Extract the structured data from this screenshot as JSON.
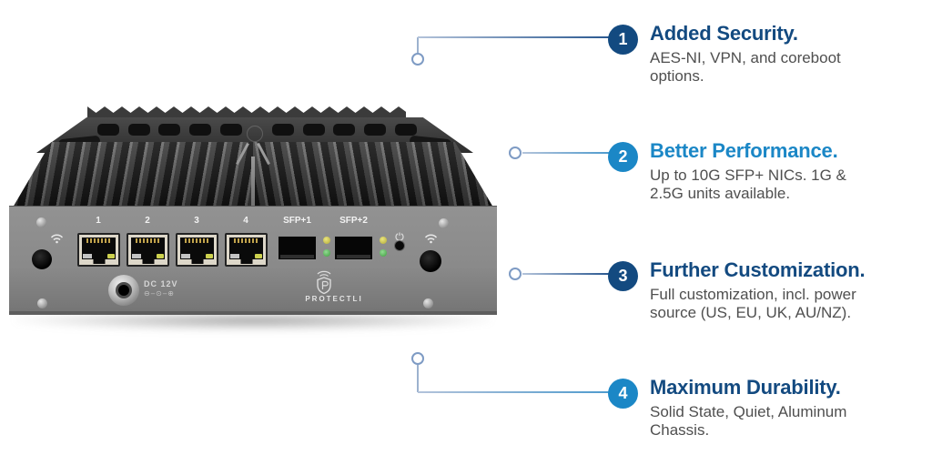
{
  "colors": {
    "navy": "#134a80",
    "blue": "#1b87c6",
    "body_text": "#4f4f4f",
    "connector_line": "#9db2cf",
    "chassis_gray": "#8a8a8a",
    "heatsink_dark": "#2e2e2e"
  },
  "device": {
    "brand": "PROTECTLI",
    "ethernet_port_labels": [
      "1",
      "2",
      "3",
      "4"
    ],
    "sfp_port_labels": [
      "SFP+1",
      "SFP+2"
    ],
    "dc_label": "DC 12V",
    "dc_polarity": "⊖–⊙–⊕"
  },
  "features": [
    {
      "number": "1",
      "title": "Added Security.",
      "description": "AES-NI, VPN, and coreboot options.",
      "accent": "#134a80",
      "title_color": "#134a80"
    },
    {
      "number": "2",
      "title": "Better Performance.",
      "description": "Up to 10G SFP+ NICs. 1G & 2.5G units available.",
      "accent": "#1b87c6",
      "title_color": "#1b87c6"
    },
    {
      "number": "3",
      "title": "Further Customization.",
      "description": "Full customization, incl. power source (US, EU, UK, AU/NZ).",
      "accent": "#134a80",
      "title_color": "#134a80"
    },
    {
      "number": "4",
      "title": "Maximum Durability.",
      "description": "Solid State, Quiet, Aluminum Chassis.",
      "accent": "#1b87c6",
      "title_color": "#134a80"
    }
  ]
}
